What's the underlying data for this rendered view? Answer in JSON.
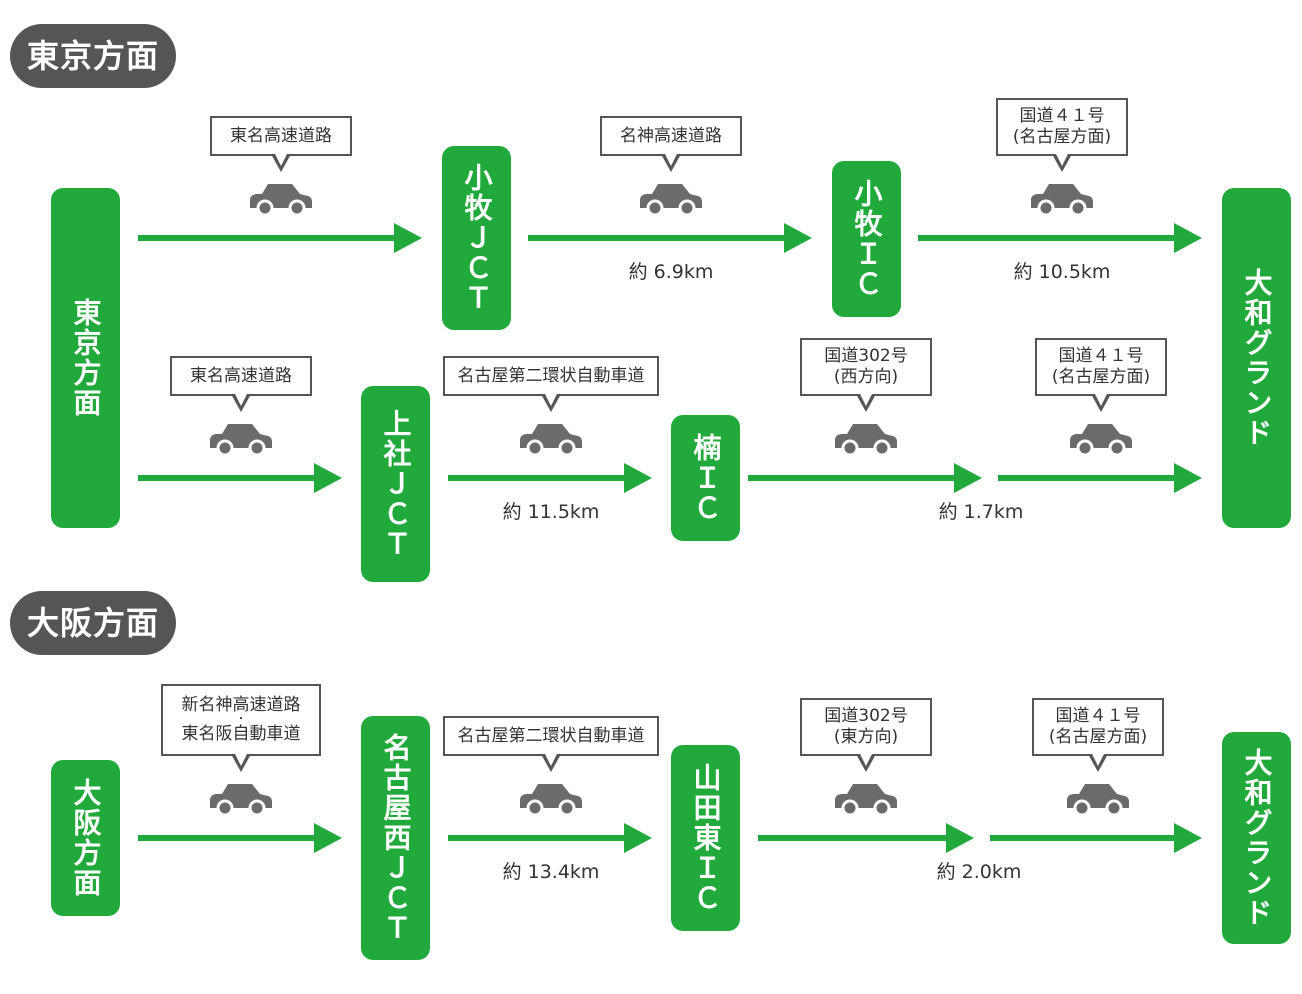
{
  "sections": {
    "tokyo": "東京方面",
    "osaka": "大阪方面"
  },
  "nodes": {
    "tokyo": "東京方面",
    "komaki_jct": "小牧ＪＣＴ",
    "komaki_ic": "小牧ＩＣ",
    "yamato_1": "大和グランド",
    "kamiyashiro_jct": "上社ＪＣＴ",
    "kusunoki_ic": "楠ＩＣ",
    "osaka": "大阪方面",
    "nagoya_nishi_jct": "名古屋西ＪＣＴ",
    "yamada_higashi_ic": "山田東ＩＣ",
    "yamato_2": "大和グランド"
  },
  "roads": {
    "r1_a": [
      "東名高速道路"
    ],
    "r1_b": [
      "名神高速道路"
    ],
    "r1_c": [
      "国道４１号",
      "(名古屋方面)"
    ],
    "r2_a": [
      "東名高速道路"
    ],
    "r2_b": [
      "名古屋第二環状自動車道"
    ],
    "r2_c": [
      "国道302号",
      "(西方向)"
    ],
    "r2_d": [
      "国道４１号",
      "(名古屋方面)"
    ],
    "r3_a": [
      "新名神高速道路",
      "東名阪自動車道"
    ],
    "r3_b": [
      "名古屋第二環状自動車道"
    ],
    "r3_c": [
      "国道302号",
      "(東方向)"
    ],
    "r3_d": [
      "国道４１号",
      "(名古屋方面)"
    ]
  },
  "distances": {
    "r1_b": "約 6.9km",
    "r1_c": "約 10.5km",
    "r2_b": "約 11.5km",
    "r2_cd": "約 1.7km",
    "r3_b": "約 13.4km",
    "r3_cd": "約 2.0km"
  },
  "colors": {
    "node_green": "#22a93b",
    "section_gray": "#555555",
    "car_gray": "#6b6b6b"
  },
  "icons": {
    "car": "car-icon"
  }
}
